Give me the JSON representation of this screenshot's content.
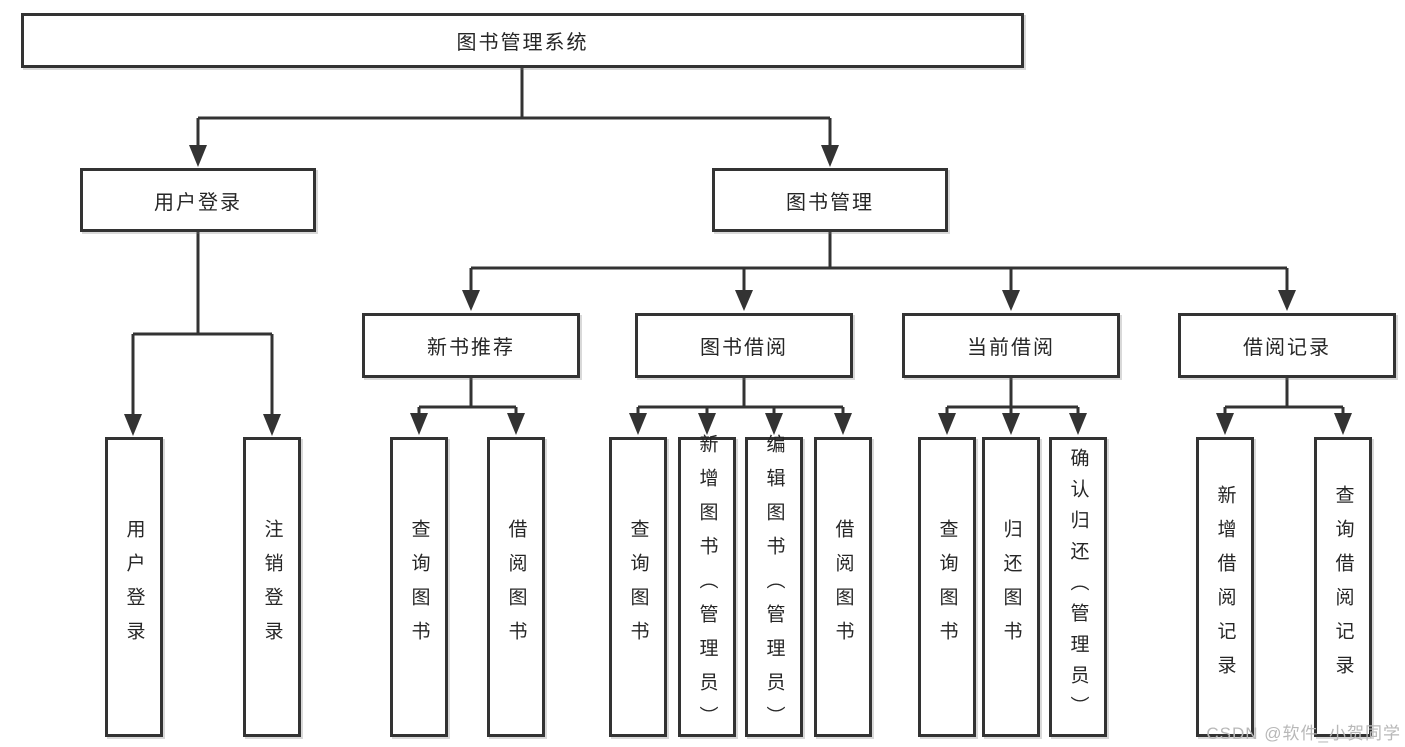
{
  "diagram": {
    "root": {
      "label": "图书管理系统"
    },
    "level2": {
      "user_login": {
        "label": "用户登录"
      },
      "book_management": {
        "label": "图书管理"
      }
    },
    "level3": {
      "new_books": {
        "label": "新书推荐"
      },
      "book_borrowing": {
        "label": "图书借阅"
      },
      "current_borrowing": {
        "label": "当前借阅"
      },
      "borrow_records": {
        "label": "借阅记录"
      }
    },
    "leaves": {
      "user_login": [
        "用户登录",
        "注销登录"
      ],
      "new_books": [
        "查询图书",
        "借阅图书"
      ],
      "book_borrowing": [
        "查询图书",
        "新增图书（管理员）",
        "编辑图书（管理员）",
        "借阅图书"
      ],
      "current_borrowing": [
        "查询图书",
        "归还图书",
        "确认归还（管理员）"
      ],
      "borrow_records": [
        "新增借阅记录",
        "查询借阅记录"
      ]
    }
  },
  "watermark": {
    "text": "CSDN @软件_小贺同学"
  },
  "colors": {
    "line": "#333333",
    "text": "#262626",
    "background": "#ffffff",
    "watermark": "#b8b8b8"
  }
}
